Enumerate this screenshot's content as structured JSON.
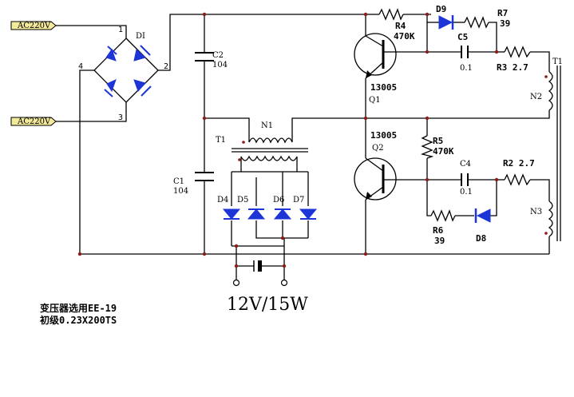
{
  "inputs": {
    "ac_top": "AC220V",
    "ac_bottom": "AC220V"
  },
  "bridge": {
    "label": "DI",
    "pin1": "1",
    "pin2": "2",
    "pin3": "3",
    "pin4": "4"
  },
  "caps": {
    "c2_name": "C2",
    "c2_value": "104",
    "c1_name": "C1",
    "c1_value": "104",
    "c5_name": "C5",
    "c5_value": "0.1",
    "c4_name": "C4",
    "c4_value": "0.1"
  },
  "transistors": {
    "q1_name": "Q1",
    "q1_part": "13005",
    "q2_name": "Q2",
    "q2_part": "13005"
  },
  "resistors": {
    "r4_name": "R4",
    "r4_value": "470K",
    "r7_name": "R7",
    "r7_value": "39",
    "r3": "R3 2.7",
    "r5_name": "R5",
    "r5_value": "470K",
    "r2": "R2 2.7",
    "r6_name": "R6",
    "r6_value": "39"
  },
  "diodes": {
    "d9": "D9",
    "d8": "D8",
    "d4": "D4",
    "d5": "D5",
    "d6": "D6",
    "d7": "D7"
  },
  "transformer": {
    "t1_left": "T1",
    "t1_right": "T1",
    "n1": "N1",
    "n2": "N2",
    "n3": "N3"
  },
  "output_title": "12V/15W",
  "notes": {
    "line1": "变压器选用EE-19",
    "line2": "初级0.23X200TS"
  }
}
